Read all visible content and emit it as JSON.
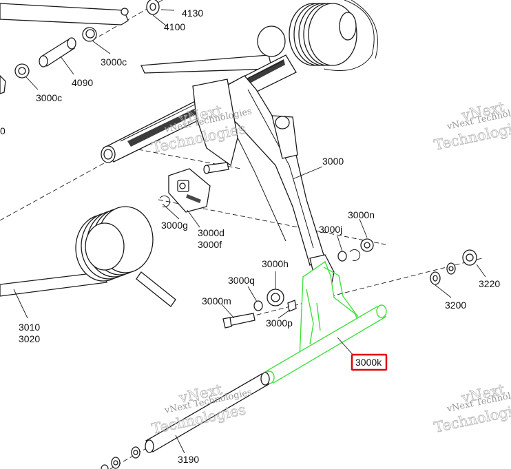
{
  "labels": {
    "p4130": "4130",
    "p4100": "4100",
    "p3000c_a": "3000c",
    "p4090": "4090",
    "p3000c_b": "3000c",
    "p0": "0",
    "p3000": "3000",
    "p3000n": "3000n",
    "p3000g": "3000g",
    "p3000d": "3000d",
    "p3000f": "3000f",
    "p3000j": "3000j",
    "p3000h": "3000h",
    "p3000q": "3000q",
    "p3000m": "3000m",
    "p3000p": "3000p",
    "p3010": "3010",
    "p3020": "3020",
    "p3220": "3220",
    "p3200": "3200",
    "p3000k": "3000k",
    "p3190": "3190"
  },
  "watermark": {
    "line1": "vNext",
    "line2": "vNext Technologies",
    "line3": "Technologies"
  },
  "highlight": {
    "part": "3000k",
    "outline_color": "#3ee13e",
    "label_box_color": "#e00000"
  }
}
